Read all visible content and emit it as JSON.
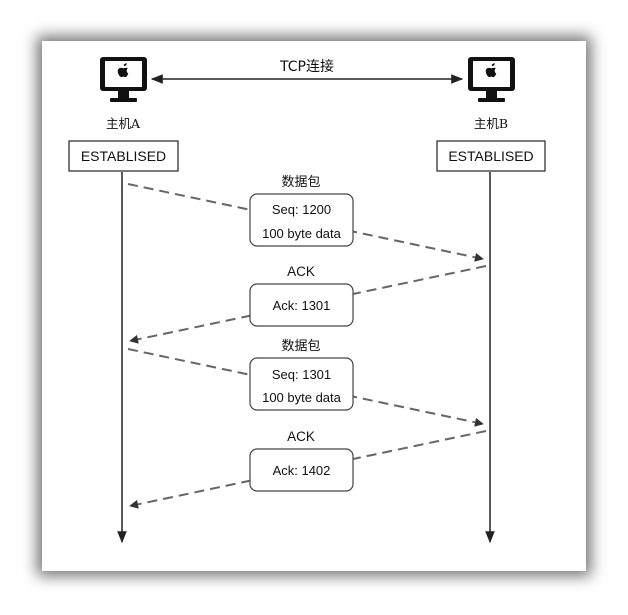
{
  "connection_label": "TCP连接",
  "host_a": {
    "name": "主机A",
    "state": "ESTABLISED"
  },
  "host_b": {
    "name": "主机B",
    "state": "ESTABLISED"
  },
  "messages": [
    {
      "title": "数据包",
      "lines": [
        "Seq: 1200",
        "100 byte data"
      ]
    },
    {
      "title": "ACK",
      "lines": [
        "Ack: 1301"
      ]
    },
    {
      "title": "数据包",
      "lines": [
        "Seq: 1301",
        "100 byte data"
      ]
    },
    {
      "title": "ACK",
      "lines": [
        "Ack: 1402"
      ]
    }
  ]
}
